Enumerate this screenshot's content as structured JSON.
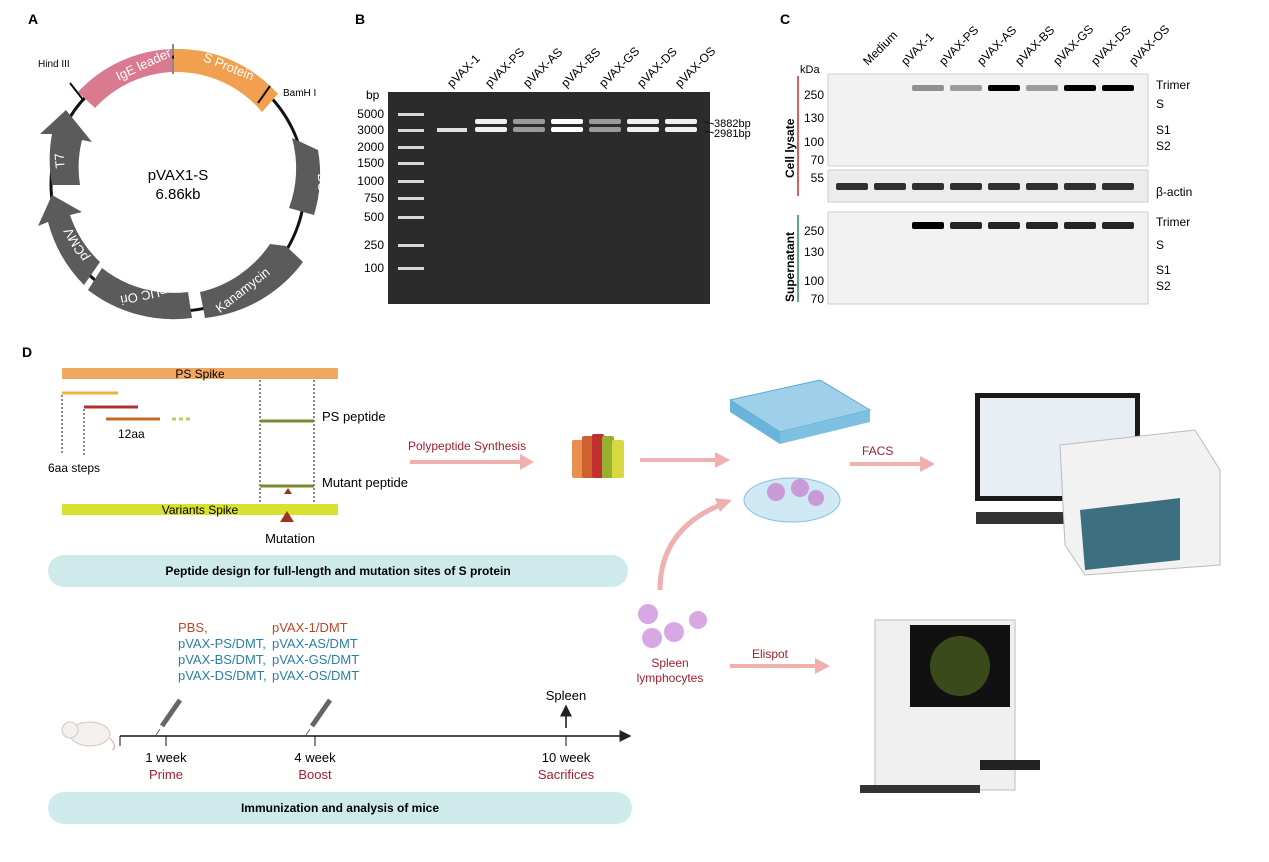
{
  "panels": {
    "a": "A",
    "b": "B",
    "c": "C",
    "d": "D"
  },
  "plasmid": {
    "name": "pVAX1-S",
    "size": "6.86kb",
    "hind": "Hind III",
    "bamh": "BamH I",
    "segments": {
      "ige": "IgE leader",
      "s": "S Protein",
      "bgh": "BGH pA",
      "kan": "Kanamycin",
      "puc": "pUC Ori",
      "pcmv": "pCMV",
      "t7": "T7"
    }
  },
  "gel": {
    "lanes": [
      "pVAX-1",
      "pVAX-PS",
      "pVAX-AS",
      "pVAX-BS",
      "pVAX-GS",
      "pVAX-DS",
      "pVAX-OS"
    ],
    "unit": "bp",
    "ladder": [
      "5000",
      "3000",
      "2000",
      "1500",
      "1000",
      "750",
      "500",
      "250",
      "100"
    ],
    "bands": [
      "3882bp",
      "2981bp"
    ]
  },
  "western": {
    "lanes": [
      "Medium",
      "pVAX-1",
      "pVAX-PS",
      "pVAX-AS",
      "pVAX-BS",
      "pVAX-GS",
      "pVAX-DS",
      "pVAX-OS"
    ],
    "kda": "kDa",
    "lysate_label": "Cell lysate",
    "supernatant_label": "Supernatant",
    "markers_top": [
      "250",
      "130",
      "100",
      "70"
    ],
    "marker_actin": "55",
    "markers_bottom": [
      "250",
      "130",
      "100",
      "70"
    ],
    "bands_top": [
      "Trimer",
      "S",
      "S1",
      "S2"
    ],
    "actin": "β-actin",
    "bands_bottom": [
      "Trimer",
      "S",
      "S1",
      "S2"
    ]
  },
  "design": {
    "ps_spike": "PS Spike",
    "aa12": "12aa",
    "steps": "6aa steps",
    "ps_peptide": "PS peptide",
    "mutant_peptide": "Mutant peptide",
    "variants_spike": "Variants Spike",
    "mutation": "Mutation",
    "synthesis": "Polypeptide Synthesis",
    "facs": "FACS",
    "caption": "Peptide design for full-length and mutation sites of S protein"
  },
  "immunization": {
    "groups": [
      [
        "PBS,",
        "pVAX-1/DMT"
      ],
      [
        "pVAX-PS/DMT,",
        "pVAX-AS/DMT"
      ],
      [
        "pVAX-BS/DMT,",
        "pVAX-GS/DMT"
      ],
      [
        "pVAX-DS/DMT,",
        "pVAX-OS/DMT"
      ]
    ],
    "week1": "1 week",
    "prime": "Prime",
    "week4": "4 week",
    "boost": "Boost",
    "spleen": "Spleen",
    "week10": "10 week",
    "sacrifices": "Sacrifices",
    "spleen_lymph_1": "Spleen",
    "spleen_lymph_2": "lymphocytes",
    "elispot": "Elispot",
    "caption": "Immunization and analysis of mice"
  },
  "colors": {
    "ige": "#d97a91",
    "sprot": "#f0a04e",
    "gray": "#5b5b5b",
    "orange": "#c0452a",
    "teal": "#2a7fa8",
    "crimson": "#a02030",
    "pill": "#cfeaea",
    "arrow": "#f0b0b0"
  }
}
